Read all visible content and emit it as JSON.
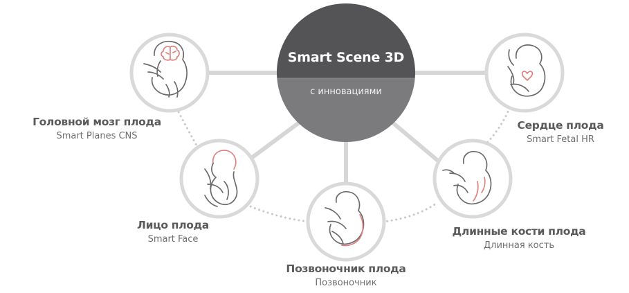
{
  "hub": {
    "title": "Smart Scene 3D",
    "subtitle": "с инновациями",
    "top_color": "#545456",
    "bottom_color": "#7b7b7e"
  },
  "accent_color": "#e0807f",
  "nodes": [
    {
      "icon": "fetal-brain-icon",
      "title": "Головной мозг плода",
      "subtitle": "Smart Planes CNS"
    },
    {
      "icon": "fetal-face-icon",
      "title": "Лицо плода",
      "subtitle": "Smart Face"
    },
    {
      "icon": "fetal-spine-icon",
      "title": "Позвоночник плода",
      "subtitle": "Позвоночник"
    },
    {
      "icon": "fetal-long-bones-icon",
      "title": "Длинные кости плода",
      "subtitle": "Длинная кость"
    },
    {
      "icon": "fetal-heart-icon",
      "title": "Сердце плода",
      "subtitle": "Smart Fetal HR"
    }
  ]
}
